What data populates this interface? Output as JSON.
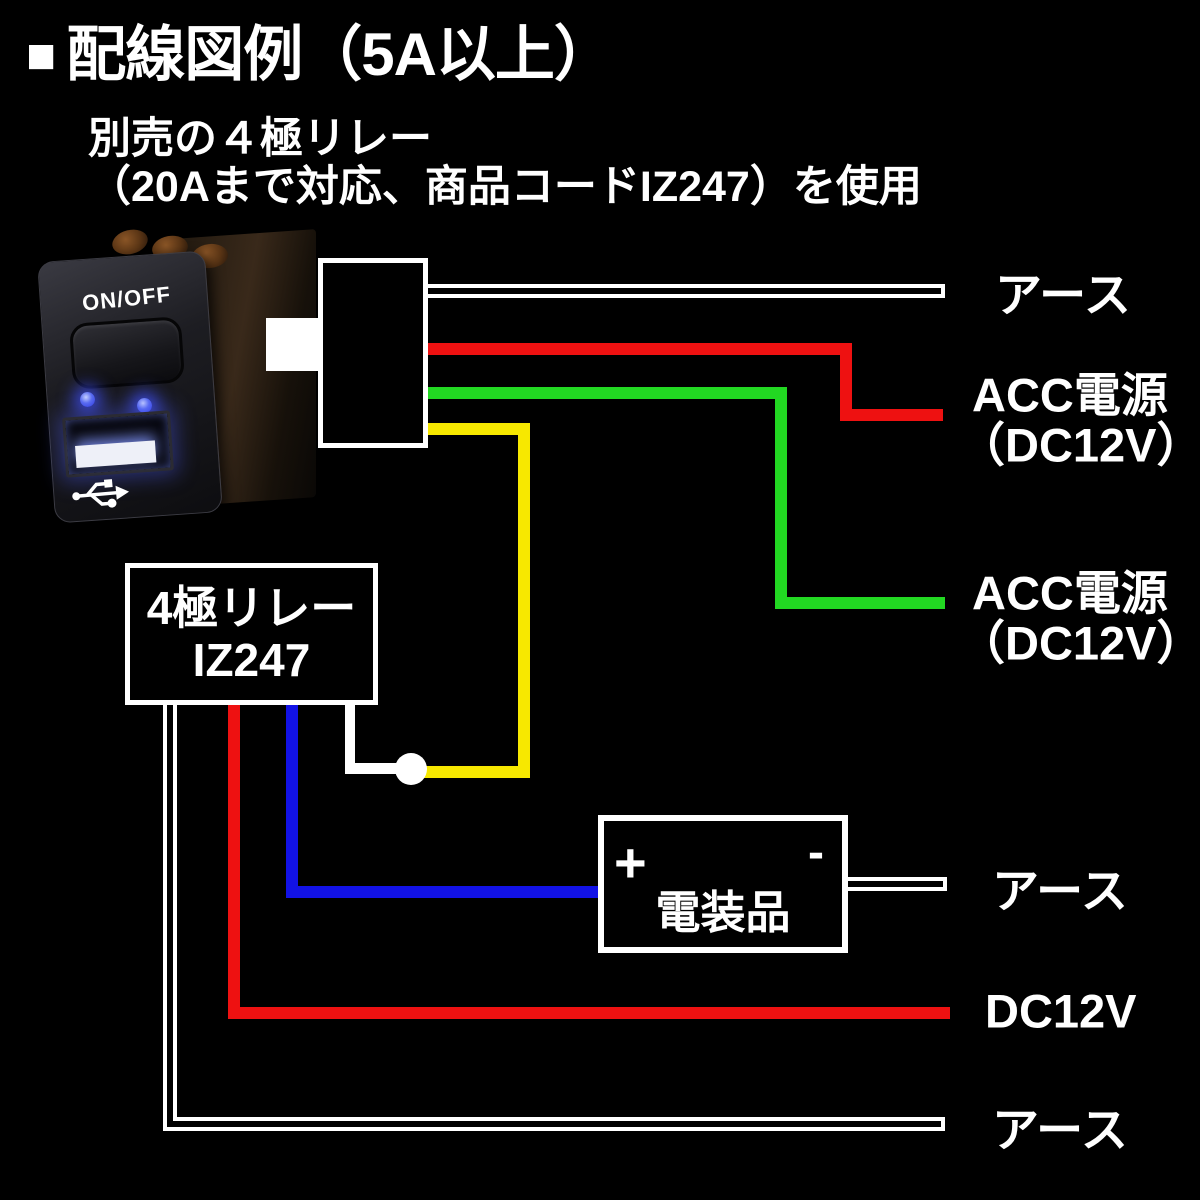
{
  "header": {
    "bullet": "■",
    "title": "配線図例（5A以上）",
    "subtitle1": "別売の４極リレー",
    "subtitle2": "（20Aまで対応、商品コードIZ247）を使用"
  },
  "switch_photo": {
    "onoff_label": "ON/OFF"
  },
  "relay_box": {
    "line1": "4極リレー",
    "line2": "IZ247"
  },
  "device_box": {
    "plus": "+",
    "minus": "-",
    "label": "電装品"
  },
  "wire_labels": {
    "ground_top": "アース",
    "acc1_line1": "ACC電源",
    "acc1_line2": "（DC12V）",
    "acc2_line1": "ACC電源",
    "acc2_line2": "（DC12V）",
    "ground_device": "アース",
    "dc12v": "DC12V",
    "ground_bottom": "アース"
  },
  "colors": {
    "background": "#000000",
    "text": "#ffffff",
    "wire_white": "#ffffff",
    "wire_red": "#ee1111",
    "wire_green": "#22d822",
    "wire_yellow": "#f7e800",
    "wire_blue": "#1212e6",
    "led_blue": "#2d38dd"
  }
}
